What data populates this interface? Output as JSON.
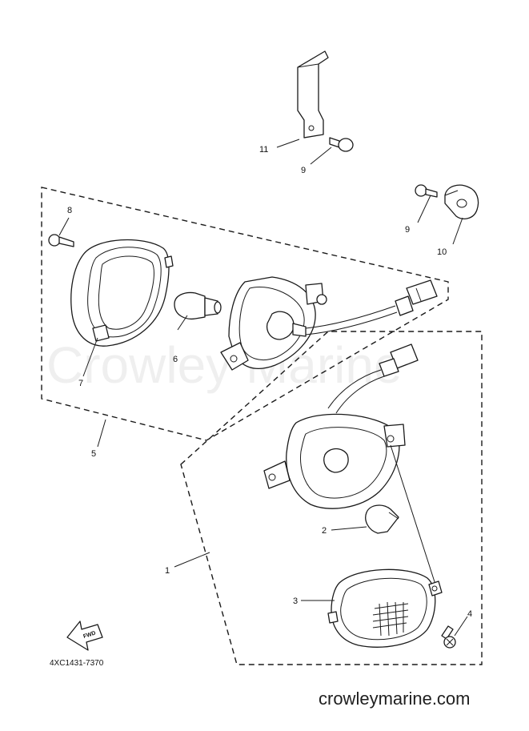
{
  "callouts": [
    {
      "id": "c1",
      "text": "1"
    },
    {
      "id": "c2",
      "text": "2"
    },
    {
      "id": "c3",
      "text": "3"
    },
    {
      "id": "c4",
      "text": "4"
    },
    {
      "id": "c5",
      "text": "5"
    },
    {
      "id": "c6",
      "text": "6"
    },
    {
      "id": "c7",
      "text": "7"
    },
    {
      "id": "c8",
      "text": "8"
    },
    {
      "id": "c9a",
      "text": "9"
    },
    {
      "id": "c9b",
      "text": "9"
    },
    {
      "id": "c10",
      "text": "10"
    },
    {
      "id": "c11",
      "text": "11"
    }
  ],
  "diagram_code": "4XC1431-7370",
  "fwd_arrow_label": "FWD",
  "watermark": "Crowley Marine",
  "site_url": "crowleymarine.com"
}
